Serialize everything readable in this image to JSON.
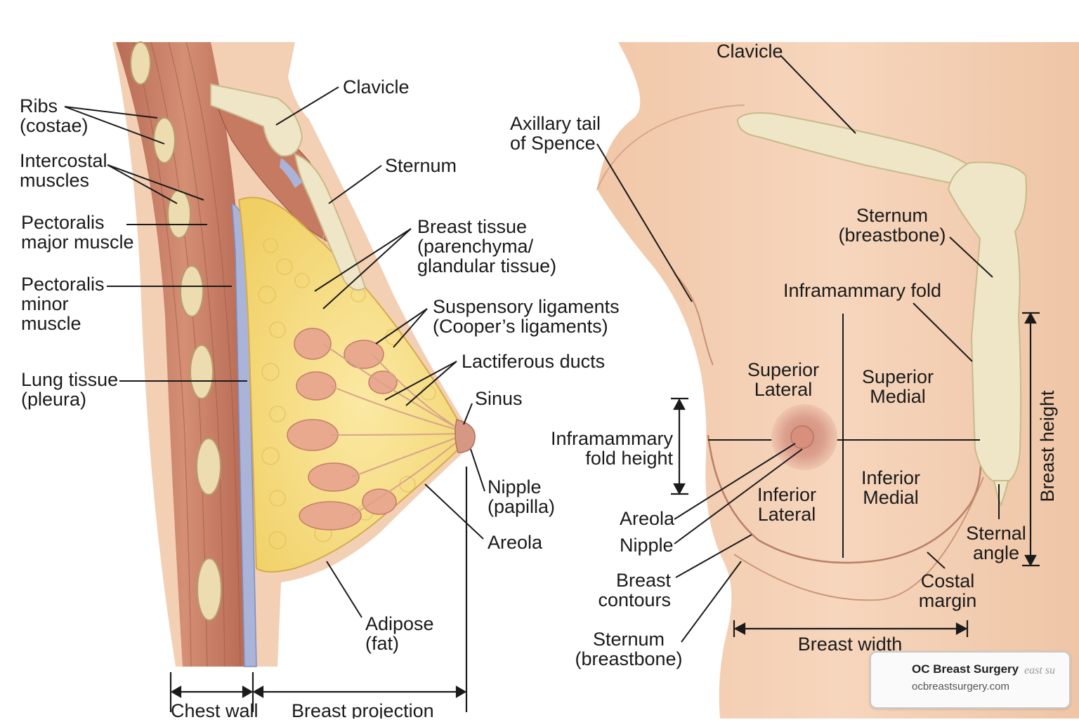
{
  "left_panel": {
    "labels": {
      "ribs": [
        "Ribs",
        "(costae)"
      ],
      "intercostal": [
        "Intercostal",
        "muscles"
      ],
      "pec_major": [
        "Pectoralis",
        "major muscle"
      ],
      "pec_minor": [
        "Pectoralis",
        "minor",
        "muscle"
      ],
      "lung": [
        "Lung tissue",
        "(pleura)"
      ],
      "clavicle": [
        "Clavicle"
      ],
      "sternum": [
        "Sternum"
      ],
      "breast_tissue": [
        "Breast tissue",
        "(parenchyma/",
        "glandular tissue)"
      ],
      "suspensory": [
        "Suspensory ligaments",
        "(Cooper’s ligaments)"
      ],
      "lactiferous": [
        "Lactiferous ducts"
      ],
      "sinus": [
        "Sinus"
      ],
      "nipple": [
        "Nipple",
        "(papilla)"
      ],
      "areola": [
        "Areola"
      ],
      "adipose": [
        "Adipose",
        "(fat)"
      ],
      "chest_wall": [
        "Chest wall"
      ],
      "breast_projection": [
        "Breast projection"
      ]
    }
  },
  "right_panel": {
    "labels": {
      "clavicle": [
        "Clavicle"
      ],
      "axillary_tail": [
        "Axillary tail",
        "of Spence"
      ],
      "sternum_top": [
        "Sternum",
        "(breastbone)"
      ],
      "inframammary_fold": [
        "Inframammary fold"
      ],
      "superior_lateral": [
        "Superior",
        "Lateral"
      ],
      "superior_medial": [
        "Superior",
        "Medial"
      ],
      "inferior_lateral": [
        "Inferior",
        "Lateral"
      ],
      "inferior_medial": [
        "Inferior",
        "Medial"
      ],
      "fold_height": [
        "Inframammary",
        "fold height"
      ],
      "areola": [
        "Areola"
      ],
      "nipple": [
        "Nipple"
      ],
      "breast_contours": [
        "Breast",
        "contours"
      ],
      "sternum_bottom": [
        "Sternum",
        "(breastbone)"
      ],
      "breast_width": [
        "Breast width"
      ],
      "costal_margin": [
        "Costal",
        "margin"
      ],
      "sternal_angle": [
        "Sternal",
        "angle"
      ],
      "breast_height": [
        "Breast height"
      ]
    }
  },
  "watermark": {
    "title": "OC Breast Surgery",
    "url": "ocbreastsurgery.com",
    "logo_text": "east su"
  },
  "colors": {
    "skin": "#f2cdb0",
    "skin_shadow": "#e4b08e",
    "muscle": "#c9826a",
    "muscle_dark": "#a95f4a",
    "fat": "#f6dc7c",
    "gland": "#e8a98e",
    "bone": "#efe6c7",
    "pleura": "#a9b4d8"
  }
}
